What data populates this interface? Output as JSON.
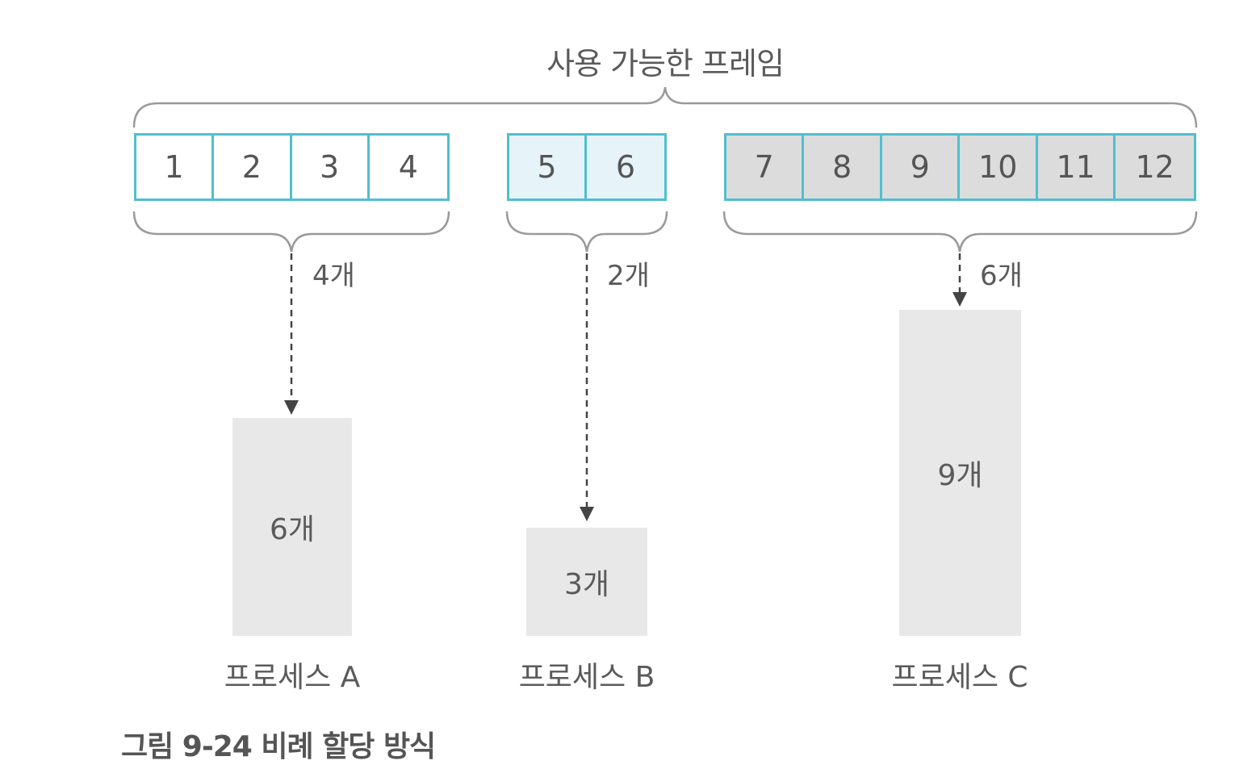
{
  "title": "사용 가능한 프레임",
  "frames": {
    "group_a": [
      "1",
      "2",
      "3",
      "4"
    ],
    "group_b": [
      "5",
      "6"
    ],
    "group_c": [
      "7",
      "8",
      "9",
      "10",
      "11",
      "12"
    ]
  },
  "allocations": {
    "a": "4개",
    "b": "2개",
    "c": "6개"
  },
  "processes": {
    "a": {
      "size": "6개",
      "label": "프로세스 A"
    },
    "b": {
      "size": "3개",
      "label": "프로세스 B"
    },
    "c": {
      "size": "9개",
      "label": "프로세스 C"
    }
  },
  "caption": "그림 9-24  비례 할당 방식",
  "colors": {
    "frame_border": "#4fbfcf",
    "group_b_fill": "#e6f4f9",
    "group_c_fill": "#dcdcdc",
    "process_fill": "#e8e8e8"
  }
}
